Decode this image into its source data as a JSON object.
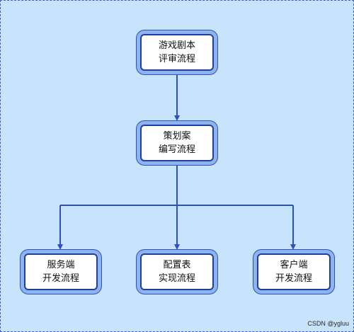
{
  "nodes": {
    "review": {
      "line1": "游戏剧本",
      "line2": "评审流程"
    },
    "plan": {
      "line1": "策划案",
      "line2": "编写流程"
    },
    "server": {
      "line1": "服务端",
      "line2": "开发流程"
    },
    "config": {
      "line1": "配置表",
      "line2": "实现流程"
    },
    "client": {
      "line1": "客户端",
      "line2": "开发流程"
    }
  },
  "watermark": "CSDN @ygluu",
  "colors": {
    "background": "#c7e4fc",
    "connector": "#2d52c0",
    "node_border": "#1f3fa0",
    "node_frame": "#8fb4ec"
  }
}
